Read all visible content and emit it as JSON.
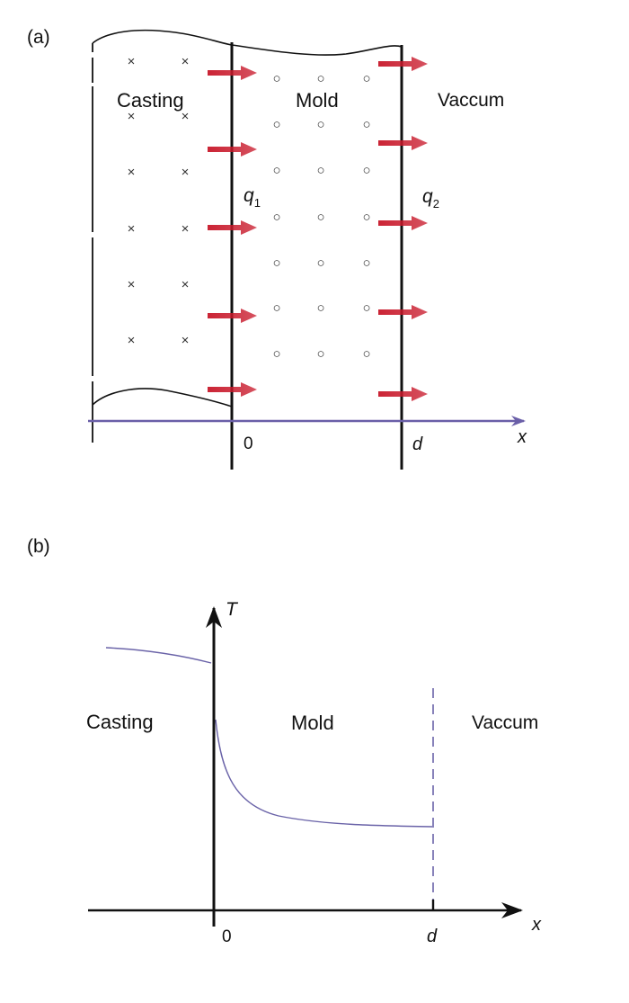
{
  "panel_a": {
    "panel_label": "(a)",
    "region_casting": "Casting",
    "region_mold": "Mold",
    "region_vacuum": "Vaccum",
    "flux_1": {
      "symbol": "q",
      "subscript": "1"
    },
    "flux_2": {
      "symbol": "q",
      "subscript": "2"
    },
    "axis_x_label": "x",
    "tick_origin": "0",
    "tick_thickness": "d",
    "casting_marker": "×",
    "mold_marker": "○"
  },
  "panel_b": {
    "panel_label": "(b)",
    "region_casting": "Casting",
    "region_mold": "Mold",
    "region_vacuum": "Vaccum",
    "axis_y_label": "T",
    "axis_x_label": "x",
    "tick_origin": "0",
    "tick_thickness": "d"
  },
  "colors": {
    "axis_purple": "#6a5fa8",
    "curve_purple": "#6a63a8",
    "arrow_red": "#c8182a",
    "line_black": "#111111"
  }
}
